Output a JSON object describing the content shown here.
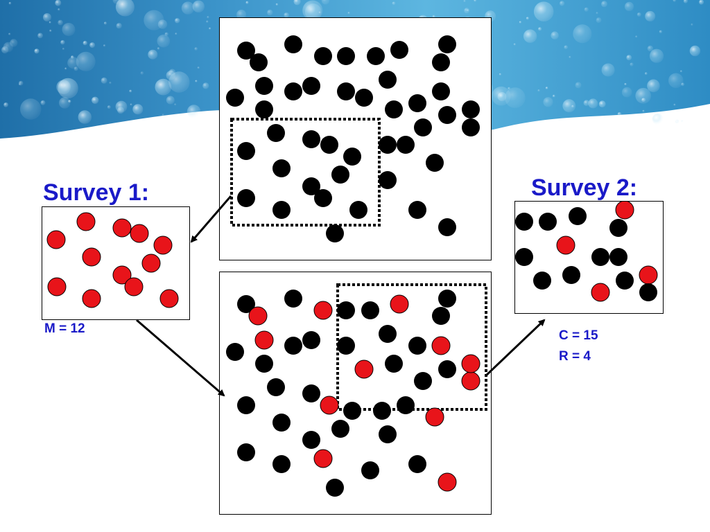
{
  "survey1": {
    "title": "Survey 1:",
    "stat": "M = 12"
  },
  "survey2": {
    "title": "Survey 2:",
    "stat_c": "C = 15",
    "stat_r": "R = 4"
  },
  "colors": {
    "title_blue": "#1a1ac8",
    "black_dot": "#000000",
    "red_dot": "#e8141a"
  }
}
